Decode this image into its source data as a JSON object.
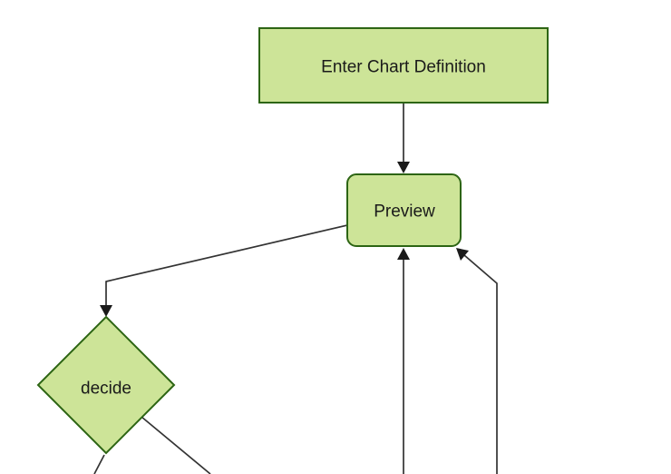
{
  "diagram": {
    "type": "flowchart",
    "direction": "top-down",
    "nodes": [
      {
        "id": "enter-chart-definition",
        "label": "Enter Chart Definition",
        "shape": "rectangle"
      },
      {
        "id": "preview",
        "label": "Preview",
        "shape": "rounded-rectangle"
      },
      {
        "id": "decide",
        "label": "decide",
        "shape": "diamond"
      }
    ],
    "edges": [
      {
        "from": "enter-chart-definition",
        "to": "preview",
        "arrowhead": true
      },
      {
        "from": "preview",
        "to": "decide",
        "arrowhead": true
      },
      {
        "from": "offscreen-bottom",
        "to": "preview",
        "arrowhead": true
      },
      {
        "from": "offscreen-bottom-right",
        "to": "preview",
        "arrowhead": true
      },
      {
        "from": "decide",
        "to": "offscreen-bottom-left",
        "arrowhead": false
      },
      {
        "from": "decide",
        "to": "offscreen-bottom-right",
        "arrowhead": false
      }
    ]
  },
  "theme": {
    "background": "#ffffff",
    "node-fill": "#cde498",
    "node-border": "#2d6514",
    "edge-color": "#333333",
    "arrowhead-color": "#1a1a1a",
    "text-color": "#1a1a1a"
  }
}
